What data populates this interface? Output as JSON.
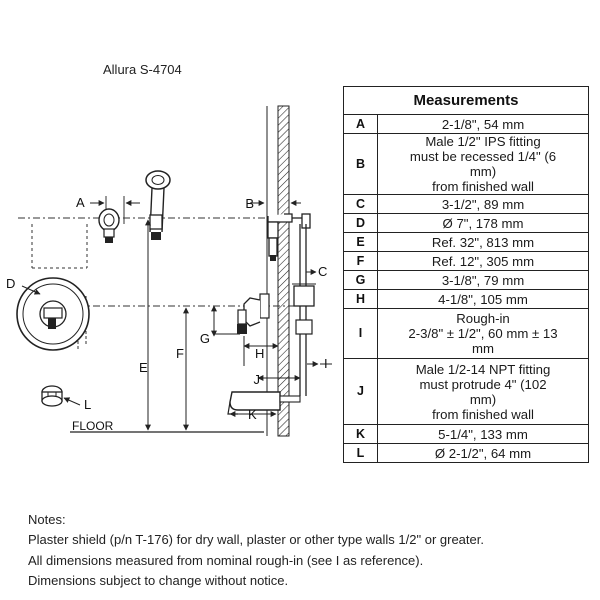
{
  "title": "Allura S-4704",
  "drawing_labels": {
    "A": "A",
    "B": "B",
    "C": "C",
    "D": "D",
    "E": "E",
    "F": "F",
    "G": "G",
    "H": "H",
    "I": "I",
    "J": "J",
    "K": "K",
    "L": "L",
    "floor": "FLOOR"
  },
  "table": {
    "header": "Measurements",
    "rows": [
      {
        "key": "A",
        "lines": [
          "2-1/8\", 54 mm"
        ]
      },
      {
        "key": "B",
        "lines": [
          "Male 1/2\" IPS fitting",
          "must be recessed 1/4\" (6",
          "mm)",
          "from finished wall"
        ]
      },
      {
        "key": "C",
        "lines": [
          "3-1/2\", 89 mm"
        ]
      },
      {
        "key": "D",
        "lines": [
          "Ø 7\", 178 mm"
        ]
      },
      {
        "key": "E",
        "lines": [
          "Ref. 32\", 813 mm"
        ]
      },
      {
        "key": "F",
        "lines": [
          "Ref. 12\", 305 mm"
        ]
      },
      {
        "key": "G",
        "lines": [
          "3-1/8\", 79 mm"
        ]
      },
      {
        "key": "H",
        "lines": [
          "4-1/8\", 105 mm"
        ]
      },
      {
        "key": "I",
        "lines": [
          "Rough-in",
          "2-3/8\" ± 1/2\", 60 mm ± 13",
          "mm"
        ]
      },
      {
        "key": "J",
        "lines": [
          "Male 1/2-14 NPT fitting",
          "must protrude 4\" (102",
          "mm)",
          "from finished wall"
        ]
      },
      {
        "key": "K",
        "lines": [
          "5-1/4\", 133 mm"
        ]
      },
      {
        "key": "L",
        "lines": [
          "Ø 2-1/2\", 64 mm"
        ]
      }
    ]
  },
  "notes": {
    "heading": "Notes:",
    "lines": [
      "Plaster shield (p/n T-176) for dry wall, plaster or other type walls 1/2\" or greater.",
      "All dimensions measured from nominal rough-in (see I as reference).",
      "Dimensions subject to change without notice."
    ]
  }
}
